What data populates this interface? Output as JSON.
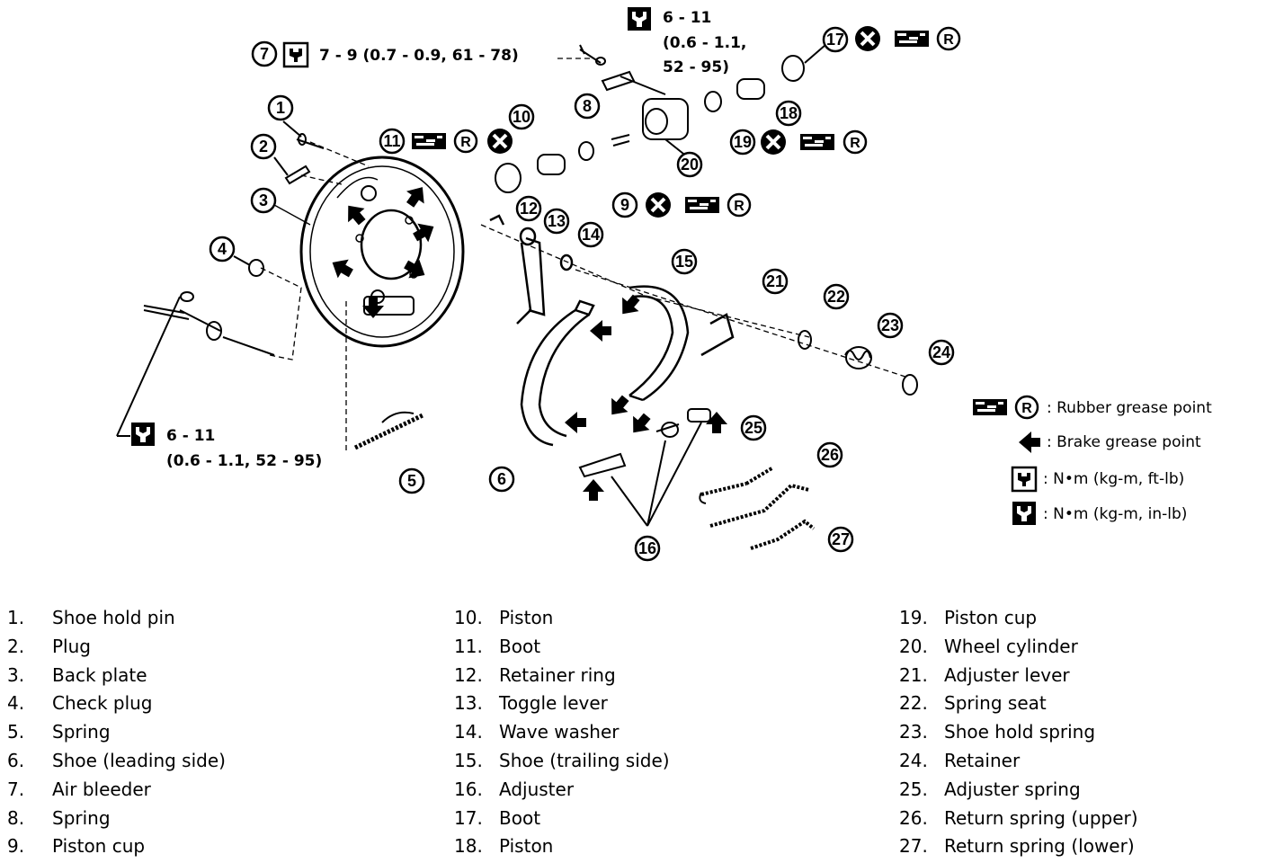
{
  "torque_spec_bleeder": "7 - 9 (0.7 - 0.9, 61 - 78)",
  "torque_spec_top_line1": "6 - 11",
  "torque_spec_top_line2": "(0.6 - 1.1,",
  "torque_spec_top_line3": "52 - 95)",
  "torque_spec_left_line1": "6 - 11",
  "torque_spec_left_line2": "(0.6 - 1.1, 52 - 95)",
  "callouts": [
    "1",
    "2",
    "3",
    "4",
    "5",
    "6",
    "7",
    "8",
    "9",
    "10",
    "11",
    "12",
    "13",
    "14",
    "15",
    "16",
    "17",
    "18",
    "19",
    "20",
    "21",
    "22",
    "23",
    "24",
    "25",
    "26",
    "27"
  ],
  "legend": {
    "rubber_grease": ": Rubber grease point",
    "brake_grease": ": Brake grease point",
    "torque_ftlb": ":  N•m  (kg-m,  ft-lb)",
    "torque_inlb": ":  N•m  (kg-m,  in-lb)",
    "r_symbol": "R"
  },
  "parts": [
    {
      "num": "1.",
      "name": "Shoe hold pin"
    },
    {
      "num": "2.",
      "name": "Plug"
    },
    {
      "num": "3.",
      "name": "Back plate"
    },
    {
      "num": "4.",
      "name": "Check plug"
    },
    {
      "num": "5.",
      "name": "Spring"
    },
    {
      "num": "6.",
      "name": "Shoe (leading side)"
    },
    {
      "num": "7.",
      "name": "Air bleeder"
    },
    {
      "num": "8.",
      "name": "Spring"
    },
    {
      "num": "9.",
      "name": "Piston cup"
    },
    {
      "num": "10.",
      "name": "Piston"
    },
    {
      "num": "11.",
      "name": "Boot"
    },
    {
      "num": "12.",
      "name": "Retainer ring"
    },
    {
      "num": "13.",
      "name": "Toggle lever"
    },
    {
      "num": "14.",
      "name": "Wave washer"
    },
    {
      "num": "15.",
      "name": "Shoe (trailing side)"
    },
    {
      "num": "16.",
      "name": "Adjuster"
    },
    {
      "num": "17.",
      "name": "Boot"
    },
    {
      "num": "18.",
      "name": "Piston"
    },
    {
      "num": "19.",
      "name": "Piston cup"
    },
    {
      "num": "20.",
      "name": "Wheel cylinder"
    },
    {
      "num": "21.",
      "name": "Adjuster lever"
    },
    {
      "num": "22.",
      "name": "Spring seat"
    },
    {
      "num": "23.",
      "name": "Shoe hold spring"
    },
    {
      "num": "24.",
      "name": "Retainer"
    },
    {
      "num": "25.",
      "name": "Adjuster spring"
    },
    {
      "num": "26.",
      "name": "Return spring (upper)"
    },
    {
      "num": "27.",
      "name": "Return spring (lower)"
    }
  ]
}
